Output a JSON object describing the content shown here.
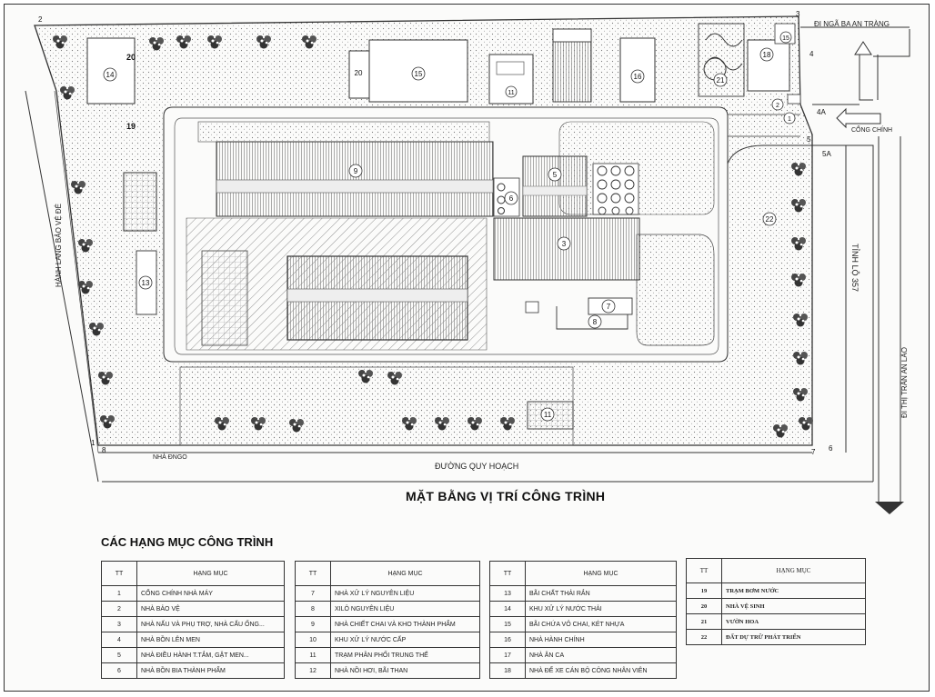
{
  "plan": {
    "title": "MẶT BẰNG VỊ TRÍ CÔNG TRÌNH",
    "roads": {
      "bottom": "ĐƯỜNG QUY HOẠCH",
      "right": "TỈNH LỘ 357",
      "left_corridor": "HÀNH LANG BẢO VỆ ĐÊ",
      "top_right": "ĐI NGÃ BA AN TRÀNG",
      "bottom_right": "ĐI THỊ TRẤN AN LÃO",
      "gate_entry": "CỔNG CHÍNH",
      "small_gate": "NHÀ ĐNGO"
    },
    "corner_points": [
      "1",
      "2",
      "3",
      "4",
      "4A",
      "5",
      "5A",
      "6",
      "7",
      "8"
    ],
    "building_labels": [
      "1",
      "2",
      "3",
      "5",
      "6",
      "7",
      "8",
      "9",
      "11",
      "13",
      "14",
      "15",
      "16",
      "18",
      "19",
      "20",
      "21",
      "22"
    ]
  },
  "legend": {
    "heading": "CÁC HẠNG MỤC CÔNG TRÌNH",
    "col_tt": "TT",
    "col_item": "HẠNG MỤC",
    "tables": [
      {
        "rows": [
          {
            "tt": "1",
            "name": "CỔNG CHÍNH NHÀ MÁY"
          },
          {
            "tt": "2",
            "name": "NHÀ BẢO VỆ"
          },
          {
            "tt": "3",
            "name": "NHÀ NẤU VÀ PHỤ TRỢ, NHÀ CẤU ỐNG..."
          },
          {
            "tt": "4",
            "name": "NHÀ BỒN LÊN MEN"
          },
          {
            "tt": "5",
            "name": "NHÀ ĐIỀU HÀNH T.TẮM, GẶT MEN..."
          },
          {
            "tt": "6",
            "name": "NHÀ BỒN BIA THÀNH PHẨM"
          }
        ]
      },
      {
        "rows": [
          {
            "tt": "7",
            "name": "NHÀ XỬ LÝ NGUYÊN LIỆU"
          },
          {
            "tt": "8",
            "name": "XILÔ NGUYÊN LIỆU"
          },
          {
            "tt": "9",
            "name": "NHÀ CHIẾT CHAI VÀ KHO THÀNH PHẨM"
          },
          {
            "tt": "10",
            "name": "KHU XỬ LÝ NƯỚC CẤP"
          },
          {
            "tt": "11",
            "name": "TRẠM PHÂN PHỐI TRUNG THẾ"
          },
          {
            "tt": "12",
            "name": "NHÀ NỒI HƠI, BÃI THAN"
          }
        ]
      },
      {
        "rows": [
          {
            "tt": "13",
            "name": "BÃI CHẤT THẢI RẮN"
          },
          {
            "tt": "14",
            "name": "KHU XỬ LÝ NƯỚC THẢI"
          },
          {
            "tt": "15",
            "name": "BÃI CHỨA VỎ CHAI, KÉT NHỰA"
          },
          {
            "tt": "16",
            "name": "NHÀ HÀNH CHÍNH"
          },
          {
            "tt": "17",
            "name": "NHÀ ĂN CA"
          },
          {
            "tt": "18",
            "name": "NHÀ ĐỂ XE CÁN BỘ CÔNG NHÂN VIÊN"
          }
        ]
      },
      {
        "rows": [
          {
            "tt": "19",
            "name": "TRẠM BƠM NƯỚC"
          },
          {
            "tt": "20",
            "name": "NHÀ VỆ SINH"
          },
          {
            "tt": "21",
            "name": "VƯỜN HOA"
          },
          {
            "tt": "22",
            "name": "ĐẤT DỰ TRỮ PHÁT TRIỂN"
          }
        ]
      }
    ]
  }
}
